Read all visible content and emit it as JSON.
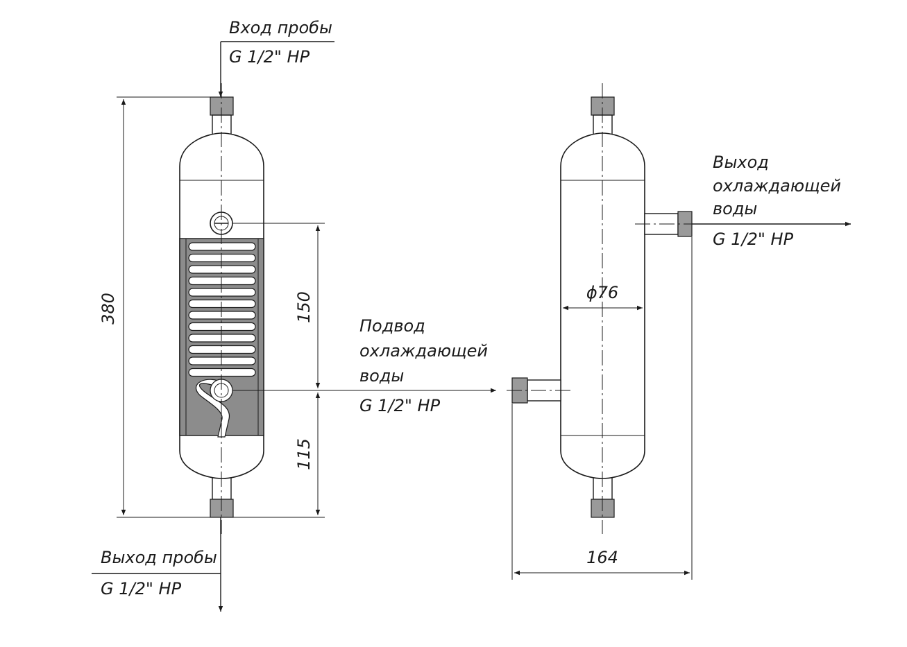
{
  "labels": {
    "inlet_sample": "Вход пробы",
    "inlet_sample_thread": "G 1/2\" НР",
    "outlet_sample": "Выход пробы",
    "outlet_sample_thread": "G 1/2\" НР",
    "coolant_in_line1": "Подвод",
    "coolant_in_line2": "охлаждающей",
    "coolant_in_line3": "воды",
    "coolant_in_thread": "G 1/2\" НР",
    "coolant_out_line1": "Выход",
    "coolant_out_line2": "охлаждающей",
    "coolant_out_line3": "воды",
    "coolant_out_thread": "G 1/2\" НР"
  },
  "dimensions": {
    "overall_height": "380",
    "upper_span": "150",
    "lower_span": "115",
    "diameter": "ϕ76",
    "width": "164"
  }
}
